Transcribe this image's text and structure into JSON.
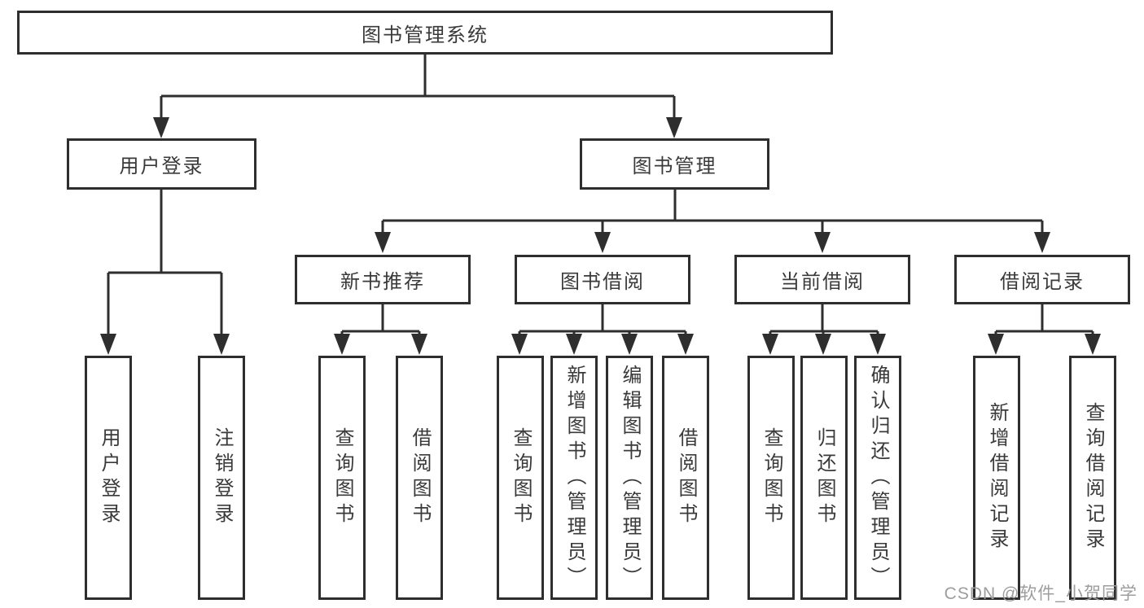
{
  "nodes": {
    "root": "图书管理系统",
    "level2": {
      "user_login": "用户登录",
      "book_management": "图书管理"
    },
    "level3": {
      "new_book_recommend": "新书推荐",
      "book_borrow": "图书借阅",
      "current_borrow": "当前借阅",
      "borrow_record": "借阅记录"
    },
    "leaves": {
      "user_login": "用户登录",
      "logout": "注销登录",
      "query_book_recommend": "查询图书",
      "borrow_book_recommend": "借阅图书",
      "query_book_borrow": "查询图书",
      "add_book_admin": "新增图书（管理员）",
      "edit_book_admin": "编辑图书（管理员）",
      "borrow_book_borrow": "借阅图书",
      "query_book_current": "查询图书",
      "return_book": "归还图书",
      "confirm_return_admin": "确认归还（管理员）",
      "add_borrow_record": "新增借阅记录",
      "query_borrow_record": "查询借阅记录"
    }
  },
  "watermark": "CSDN @软件_小贺同学",
  "colors": {
    "line": "#2e2e2e",
    "box_border": "#2e2e2e",
    "text": "#3a3a3a",
    "background": "#ffffff",
    "watermark": "#9d9d9d"
  }
}
